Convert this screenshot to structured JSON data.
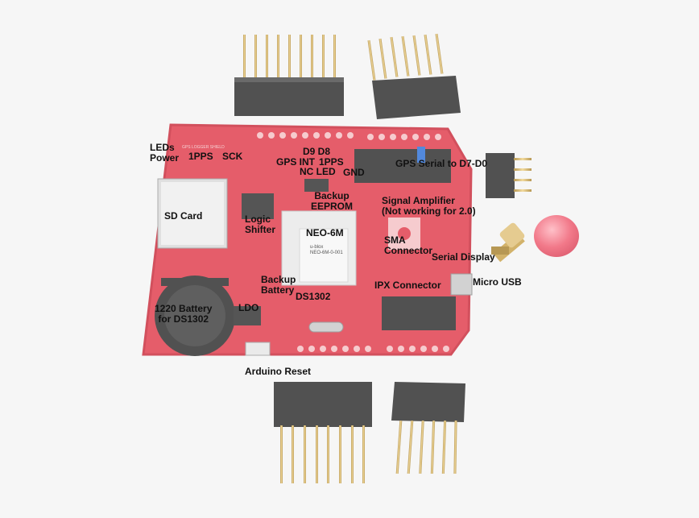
{
  "labels": {
    "leds_power": [
      "LEDs",
      "Power"
    ],
    "pps_left": "1PPS",
    "sck": "SCK",
    "d9_d8": "D9 D8",
    "gps_int": "GPS INT",
    "nc_led": "NC LED",
    "pps_gnd": [
      "1PPS",
      "GND"
    ],
    "gps_serial": "GPS Serial to D7-D0",
    "sd_card": "SD Card",
    "backup_eeprom": [
      "Backup",
      "EEPROM"
    ],
    "signal_amplifier": [
      "Signal Amplifier",
      "(Not working for 2.0)"
    ],
    "logic_shifter": [
      "Logic",
      "Shifter"
    ],
    "neo6m": "NEO-6M",
    "sma_connector": [
      "SMA",
      "Connector"
    ],
    "serial_display": "Serial Display",
    "backup_battery": [
      "Backup",
      "Battery"
    ],
    "ipx_connector": "IPX Connector",
    "micro_usb": "Micro USB",
    "ds1302": "DS1302",
    "battery_1220": [
      "1220 Battery",
      "for DS1302"
    ],
    "ldo": "LDO",
    "arduino_reset": "Arduino Reset"
  },
  "chip_text": [
    "u-blox",
    "NEO-6M-0-001"
  ],
  "board_silkscreen": "GPS LOGGER SHIELD",
  "colors": {
    "background": "#f4f4f4",
    "board": "#e03a4a",
    "board_edge": "#c92a3a",
    "header_black": "#2b2b2b",
    "pin_gold": "#c9a24a",
    "gps_module": "#f2f2f2",
    "antenna_cap": "#e8455a"
  }
}
